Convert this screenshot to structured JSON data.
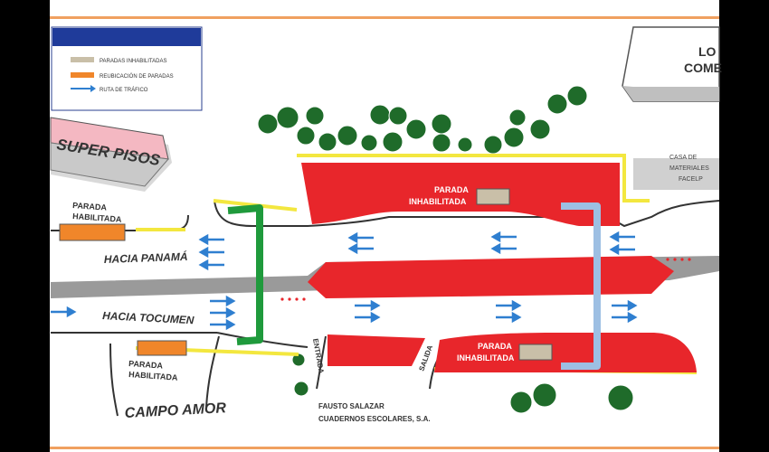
{
  "legend": {
    "items": [
      {
        "label": "PARADAS INHABILITADAS",
        "color": "#c9bfa8"
      },
      {
        "label": "REUBICACIÓN DE PARADAS",
        "color": "#f0862a"
      },
      {
        "label": "RUTA DE TRÁFICO",
        "color": "#2f7fd0"
      }
    ]
  },
  "places": {
    "super_pisos": "SUPER PISOS",
    "local_comercial_line1": "LO",
    "local_comercial_line2": "COME",
    "casa_line1": "CASA DE",
    "casa_line2": "MATERIALES",
    "casa_line3": "FACELP",
    "campo_amor": "CAMPO AMOR",
    "fausto_line1": "FAUSTO SALAZAR",
    "fausto_line2": "CUADERNOS ESCOLARES, S.A."
  },
  "stops": {
    "top_left_line1": "PARADA",
    "top_left_line2": "HABILITADA",
    "bottom_left_line1": "PARADA",
    "bottom_left_line2": "HABILITADA",
    "top_center_line1": "PARADA",
    "top_center_line2": "INHABILITADA",
    "bottom_center_line1": "PARADA",
    "bottom_center_line2": "INHABILITADA"
  },
  "roads": {
    "hacia_panama": "HACIA PANAMÁ",
    "hacia_tocumen": "HACIA TOCUMEN",
    "entrada": "ENTRADA",
    "salida": "SALIDA"
  },
  "colors": {
    "platform": "#e8262b",
    "green_bridge": "#1f9a3c",
    "blue_bridge": "#9dbfe3",
    "yellow": "#f3e73f",
    "orange": "#f0862a",
    "arrow": "#2f7fd0",
    "road_gray": "#8a8a8a"
  }
}
